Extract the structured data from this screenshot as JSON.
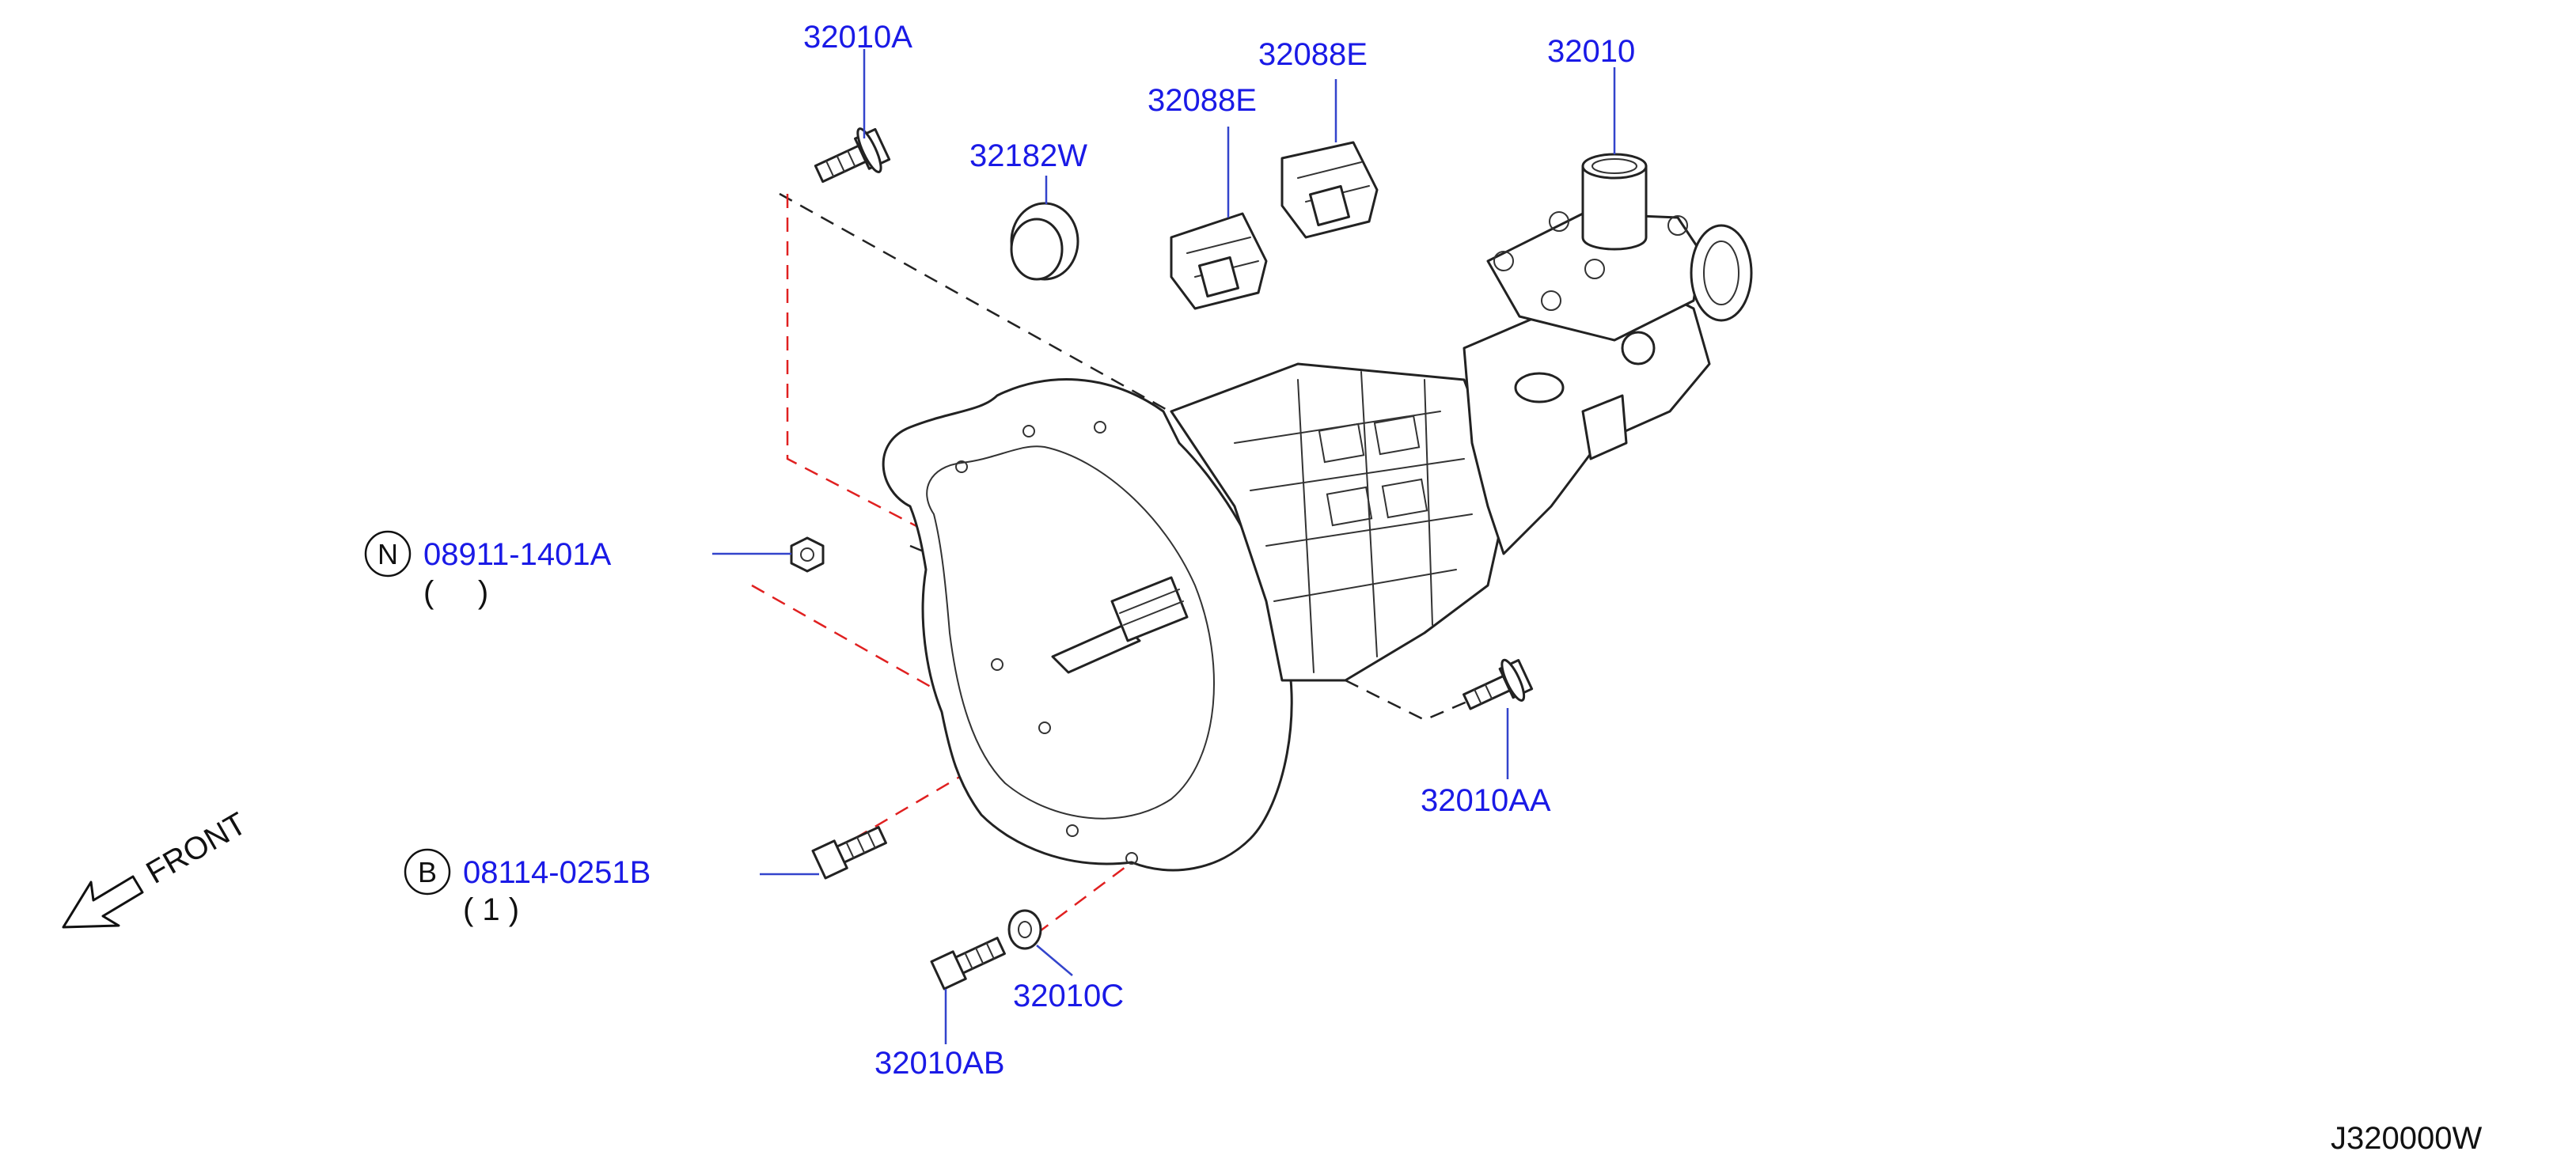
{
  "diagram_code": "J320000W",
  "front_label": "FRONT",
  "parts": {
    "p32010A": "32010A",
    "p32182W": "32182W",
    "p32088E_left": "32088E",
    "p32088E_right": "32088E",
    "p32010": "32010",
    "p32010AA": "32010AA",
    "p32010C": "32010C",
    "p32010AB": "32010AB"
  },
  "nut": {
    "badge": "N",
    "part_no": "08911-1401A",
    "qty": "(     )"
  },
  "bolt": {
    "badge": "B",
    "part_no": "08114-0251B",
    "qty": "( 1 )"
  },
  "colors": {
    "callout": "#1a1ae6",
    "red_guide": "#e02020",
    "line": "#222222"
  }
}
